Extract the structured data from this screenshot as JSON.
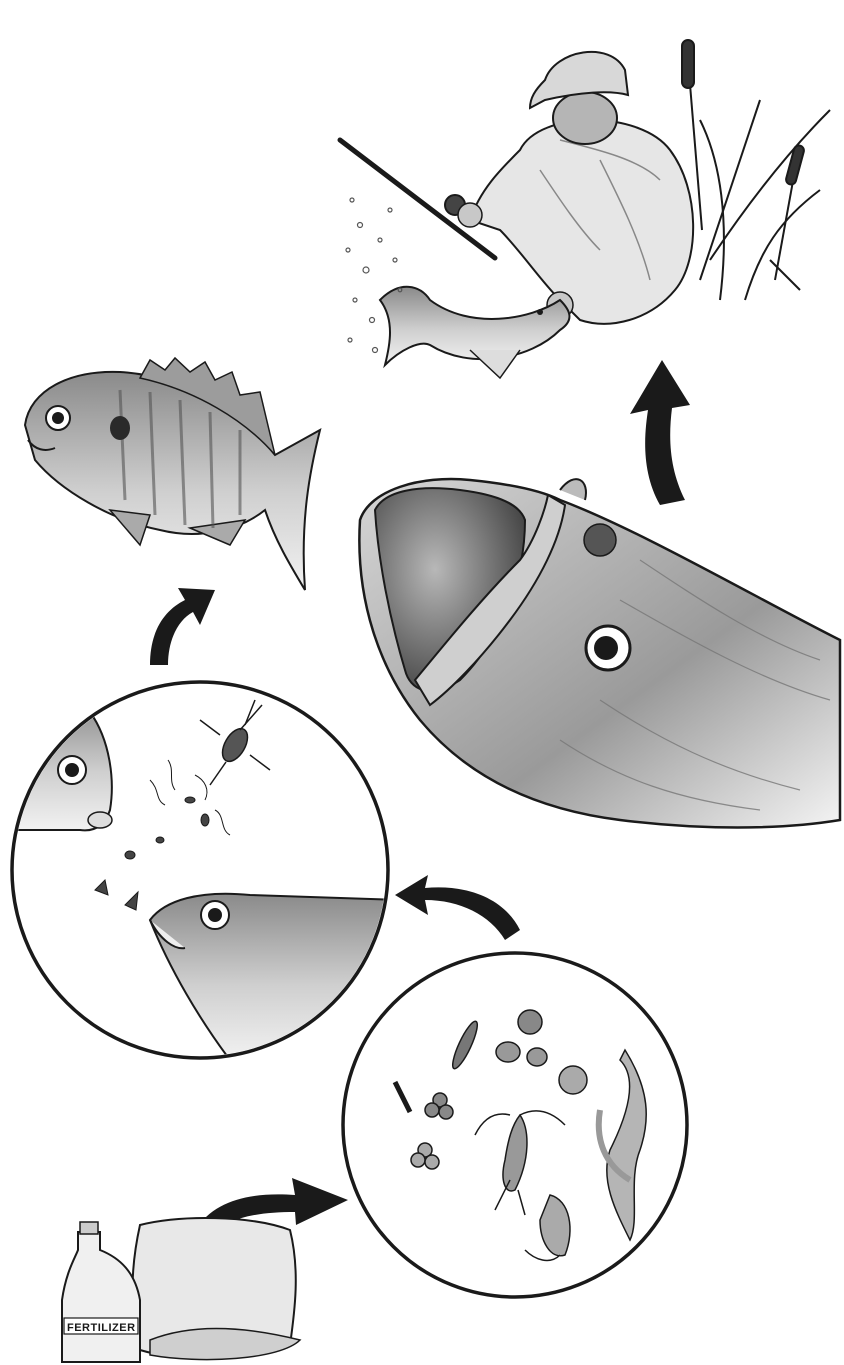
{
  "diagram": {
    "type": "food-chain-cycle",
    "stages": [
      {
        "id": "fertilizer",
        "icon": "fertilizer-bag-and-bottle-icon",
        "label": "FERTILIZER"
      },
      {
        "id": "plankton",
        "icon": "plankton-circle-icon"
      },
      {
        "id": "bluegill-feeding",
        "icon": "bluegill-feeding-circle-icon"
      },
      {
        "id": "bluegill",
        "icon": "bluegill-fish-icon"
      },
      {
        "id": "largemouth-bass",
        "icon": "bass-head-icon"
      },
      {
        "id": "angler",
        "icon": "angler-with-fish-icon"
      }
    ],
    "colors": {
      "ink": "#1a1a1a",
      "shade": "#6b6b6b",
      "light": "#bdbdbd",
      "paper": "#ffffff"
    }
  }
}
